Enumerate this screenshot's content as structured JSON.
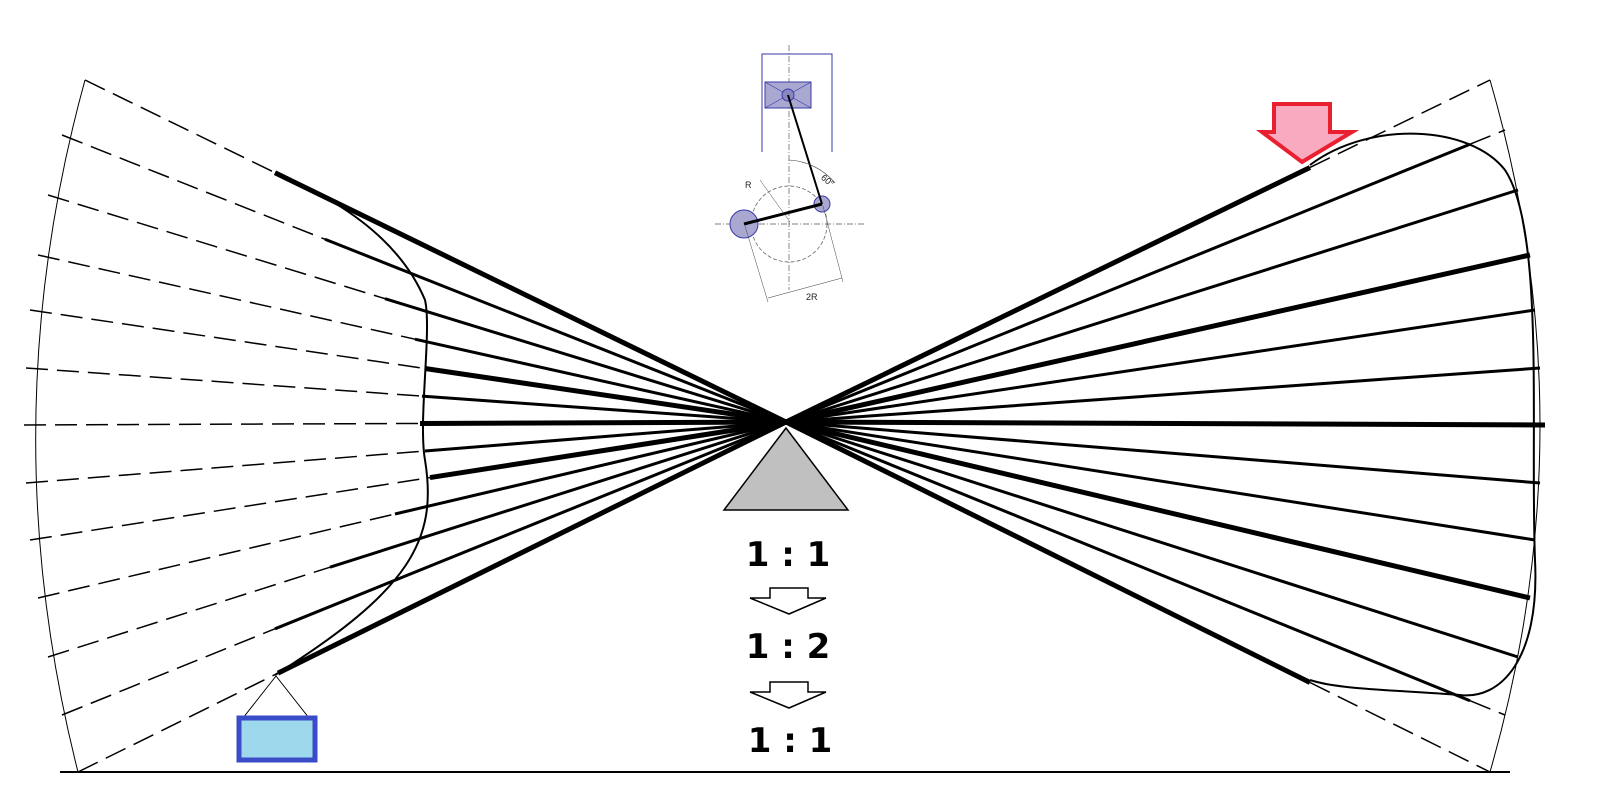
{
  "ratios": {
    "first": "1 : 1",
    "second": "1 : 2",
    "third": "1 : 1"
  },
  "inset": {
    "radius_label": "R",
    "angle_label": "60°",
    "diameter_label": "2R"
  },
  "colors": {
    "load_arrow_fill": "#f9aac0",
    "load_arrow_stroke": "#e82030",
    "weight_fill": "#9ed8ec",
    "weight_stroke": "#3a4cc8",
    "fulcrum_fill": "#c0c0c0",
    "mechanism_fill": "#a8a8d0",
    "mechanism_stroke": "#3a3aa8"
  }
}
